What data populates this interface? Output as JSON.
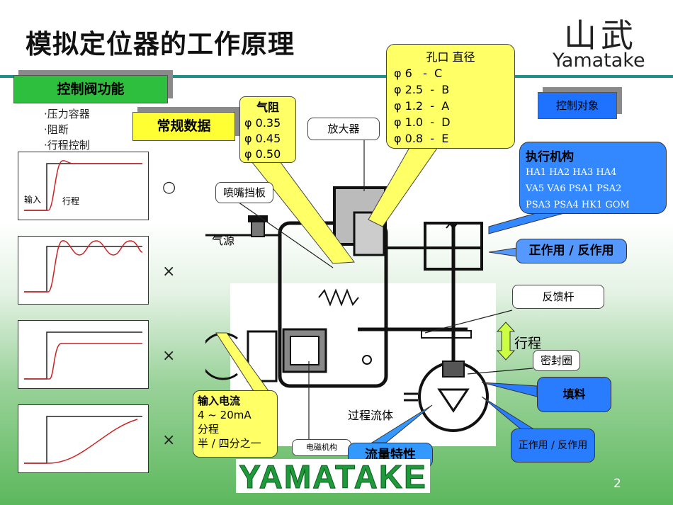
{
  "title": "模拟定位器的工作原理",
  "logo": {
    "cn": "山武",
    "en": "Yamatake",
    "banner": "YAMATAKE"
  },
  "control_valve_function": {
    "label": "控制阀功能",
    "items": [
      "·压力容器",
      "·阻断",
      "·行程控制"
    ]
  },
  "standard_data": {
    "label": "常规数据"
  },
  "control_object": {
    "label": "控制对象"
  },
  "graphs": [
    {
      "input_label": "输入",
      "stroke_label": "行程",
      "mark": "○"
    },
    {
      "mark": "×"
    },
    {
      "mark": "×"
    },
    {
      "mark": "×"
    }
  ],
  "air_resistance": {
    "title": "气阻",
    "values": [
      "φ 0.35",
      "φ 0.45",
      "φ 0.50"
    ]
  },
  "orifice": {
    "title": "孔口 直径",
    "rows": [
      "φ 6   -  C",
      "φ 2.5  -  B",
      "φ 1.2  -  A",
      "φ 1.0  -  D",
      "φ 0.8  -  E"
    ]
  },
  "amplifier": {
    "label": "放大器"
  },
  "nozzle_flapper": {
    "label": "喷嘴挡板"
  },
  "air_source": {
    "label": "气源"
  },
  "actuator": {
    "title": "执行机构",
    "lines": [
      "HA1 HA2 HA3 HA4",
      "VA5 VA6 PSA1 PSA2",
      "PSA3 PSA4 HK1 GOM"
    ]
  },
  "direct_reverse": {
    "label": "正作用 / 反作用",
    "label2": "正作用 / 反作用"
  },
  "feedback_rod": {
    "label": "反馈杆"
  },
  "stroke": {
    "label": "行程"
  },
  "seal_ring": {
    "label": "密封圈"
  },
  "packing": {
    "label": "填料"
  },
  "process_fluid": {
    "label": "过程流体"
  },
  "input_current": {
    "title": "输入电流",
    "range": "4 ~ 20mA",
    "split": "分程",
    "split2": "半 / 四分之一"
  },
  "electromagnetic": {
    "label": "电磁机构"
  },
  "flow_characteristic": {
    "label": "流量特性"
  },
  "page_number": "2"
}
